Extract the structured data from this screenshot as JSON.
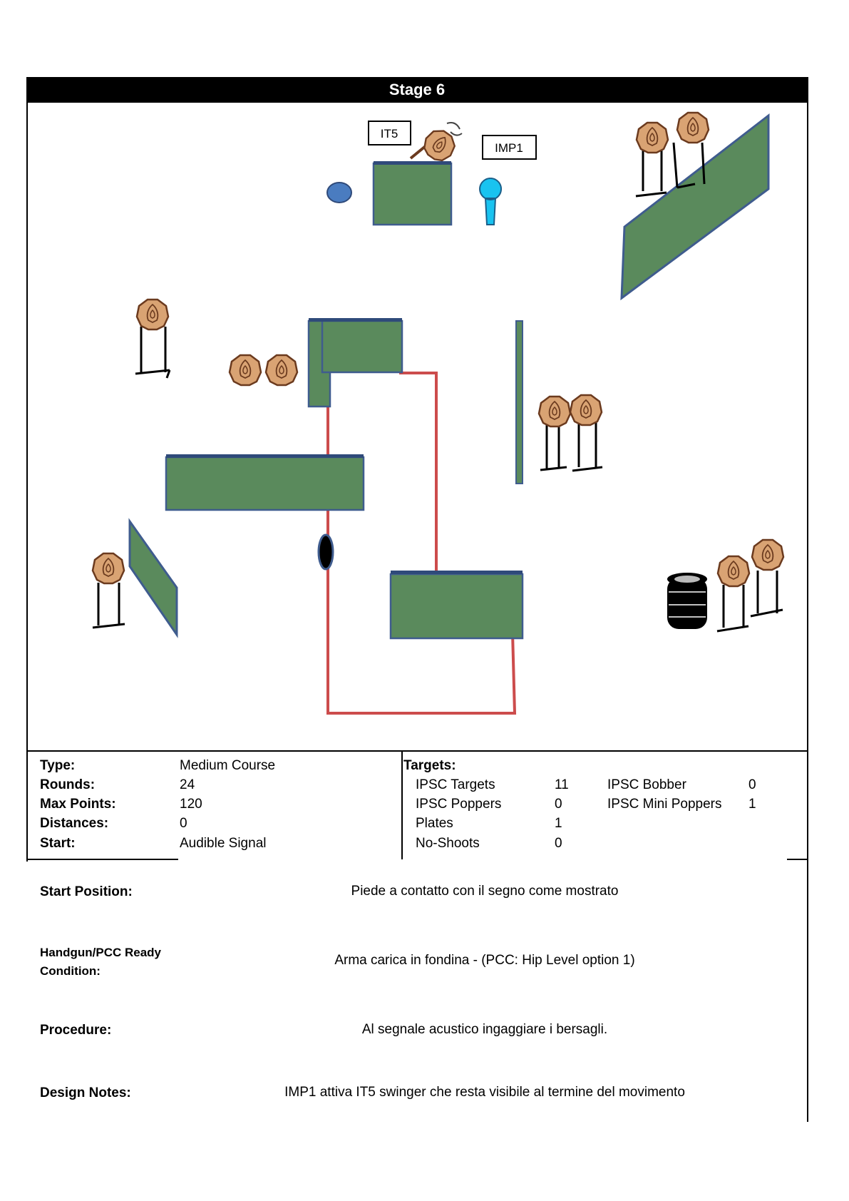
{
  "stage_title": "Stage 6",
  "diagram": {
    "labels": {
      "it5": "IT5",
      "imp1": "IMP1"
    }
  },
  "info": {
    "type_label": "Type:",
    "type_value": "Medium Course",
    "rounds_label": "Rounds:",
    "rounds_value": "24",
    "maxpoints_label": "Max Points:",
    "maxpoints_value": "120",
    "distances_label": "Distances:",
    "distances_value": "0",
    "start_label": "Start:",
    "start_value": "Audible Signal"
  },
  "targets": {
    "heading": "Targets:",
    "rows": [
      {
        "name": "IPSC Targets",
        "count": "11"
      },
      {
        "name": "IPSC Poppers",
        "count": "0"
      },
      {
        "name": "Plates",
        "count": "1"
      },
      {
        "name": "No-Shoots",
        "count": "0"
      }
    ],
    "rows_right": [
      {
        "name": "IPSC Bobber",
        "count": "0"
      },
      {
        "name": "IPSC Mini Poppers",
        "count": "1"
      }
    ]
  },
  "details": {
    "start_position_label": "Start Position:",
    "start_position_value": "Piede a contatto con il segno come mostrato",
    "ready_label_line1": "Handgun/PCC Ready",
    "ready_label_line2": "Condition:",
    "ready_value": "Arma carica in fondina - (PCC: Hip Level option 1)",
    "procedure_label": "Procedure:",
    "procedure_value": "Al segnale acustico ingaggiare i bersagli.",
    "design_notes_label": "Design Notes:",
    "design_notes_value": "IMP1  attiva IT5 swinger che resta visibile al termine del movimento"
  },
  "colors": {
    "wall_fill": "#5a8a5c",
    "wall_edge": "#3f5c8e",
    "fault_line": "#cc4c4c",
    "target_fill": "#d9a373",
    "plate": "#4a7cc0",
    "popper": "#19c3f0"
  }
}
